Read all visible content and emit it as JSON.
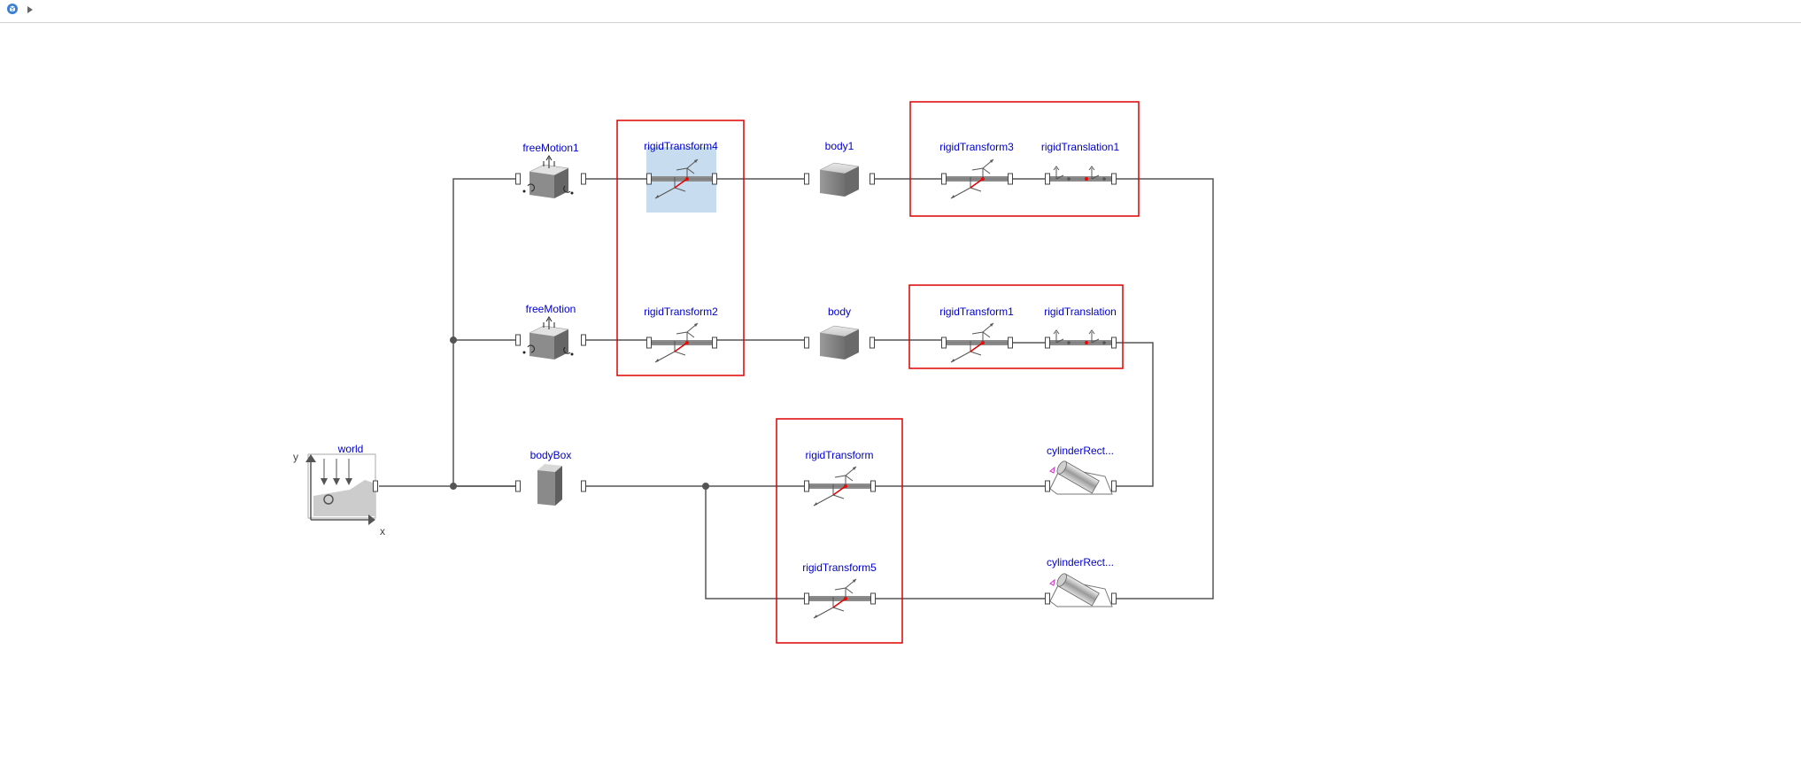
{
  "toolbar": {
    "model_icon": "cube-icon",
    "expand_icon": "triangle-right-icon"
  },
  "colors": {
    "label": "#0000cc",
    "wire": "#555555",
    "highlight_box": "#dd0000",
    "selection_fill": "#c7dcef",
    "mark": "#ff0000"
  },
  "components": {
    "world": "world",
    "world_axis_x": "x",
    "world_axis_y": "y",
    "freeMotion1": "freeMotion1",
    "freeMotion": "freeMotion",
    "bodyBox": "bodyBox",
    "rigidTransform4": "rigidTransform4",
    "rigidTransform2": "rigidTransform2",
    "rigidTransform": "rigidTransform",
    "rigidTransform5": "rigidTransform5",
    "body1": "body1",
    "body": "body",
    "rigidTransform3": "rigidTransform3",
    "rigidTranslation1": "rigidTranslation1",
    "rigidTransform1": "rigidTransform1",
    "rigidTranslation": "rigidTranslation",
    "cylinderRect_a": "cylinderRect...",
    "cylinderRect_b": "cylinderRect..."
  }
}
